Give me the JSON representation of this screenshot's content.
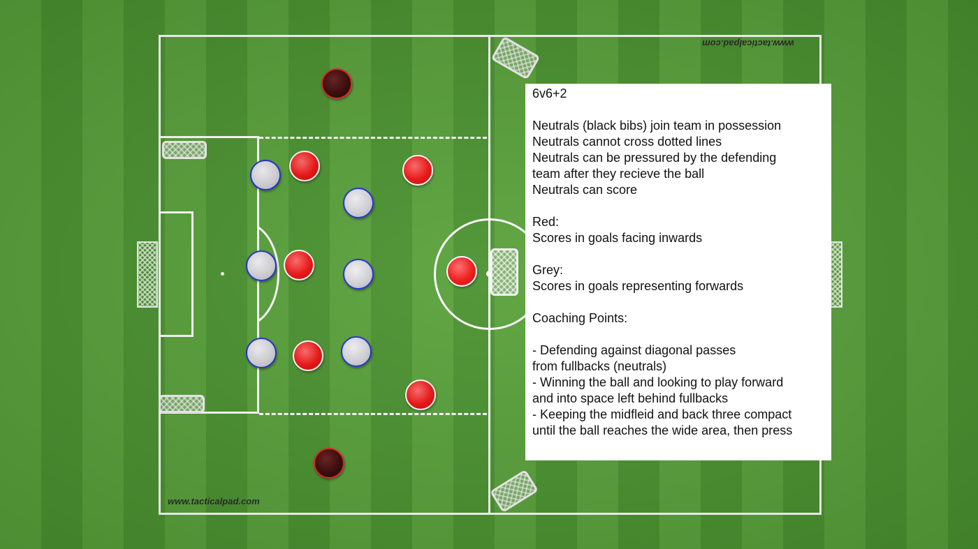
{
  "watermark": "www.tacticalpad.com",
  "players": {
    "red_label": "Red",
    "grey_label": "Grey",
    "neutral_label": "Neutrals (black bibs)"
  },
  "notes": {
    "title": "6v6+2",
    "rules": [
      "Neutrals (black bibs) join team in possession",
      "Neutrals cannot cross dotted lines",
      "Neutrals can be pressured by the defending",
      "team after they recieve the ball",
      "Neutrals can score"
    ],
    "red_heading": "Red:",
    "red_text": "Scores in goals facing inwards",
    "grey_heading": "Grey:",
    "grey_text": "Scores in goals representing forwards",
    "coaching_heading": "Coaching Points:",
    "coaching": [
      "- Defending against diagonal passes",
      "from fullbacks (neutrals)",
      "- Winning the ball and looking to play forward",
      "and into space left behind fullbacks",
      "- Keeping the midfleid and back three compact",
      "until the ball reaches the wide area, then press"
    ]
  }
}
